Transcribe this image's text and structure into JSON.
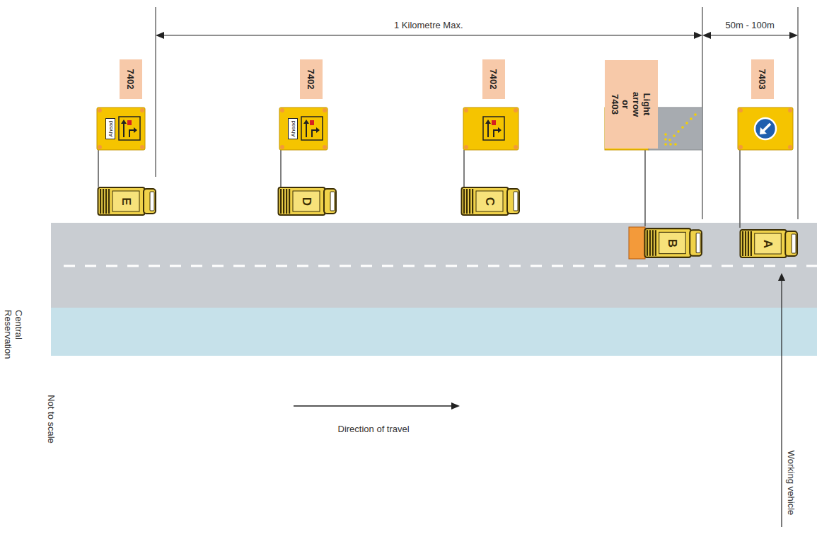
{
  "diagram": {
    "nodes": [
      {
        "text": [
          "7402"
        ]
      },
      {
        "text": [
          "7402"
        ]
      },
      {
        "text": [
          "7402"
        ]
      },
      {
        "text": [
          "Light arrow or 7403"
        ]
      },
      {
        "text": [
          "7403"
        ]
      },
      {
        "text": [
          "Ahead"
        ]
      },
      {
        "text": [
          "Ahead"
        ]
      },
      {
        "text": [
          "E"
        ]
      },
      {
        "text": [
          "D"
        ]
      },
      {
        "text": [
          "C"
        ]
      },
      {
        "text": [
          "B"
        ]
      },
      {
        "text": [
          "A"
        ]
      }
    ],
    "labels": [
      "1 Kilometre Max.",
      "50m - 100m",
      "Central Reservation",
      "Not to scale",
      "Direction of travel",
      "Working vehicle"
    ]
  }
}
